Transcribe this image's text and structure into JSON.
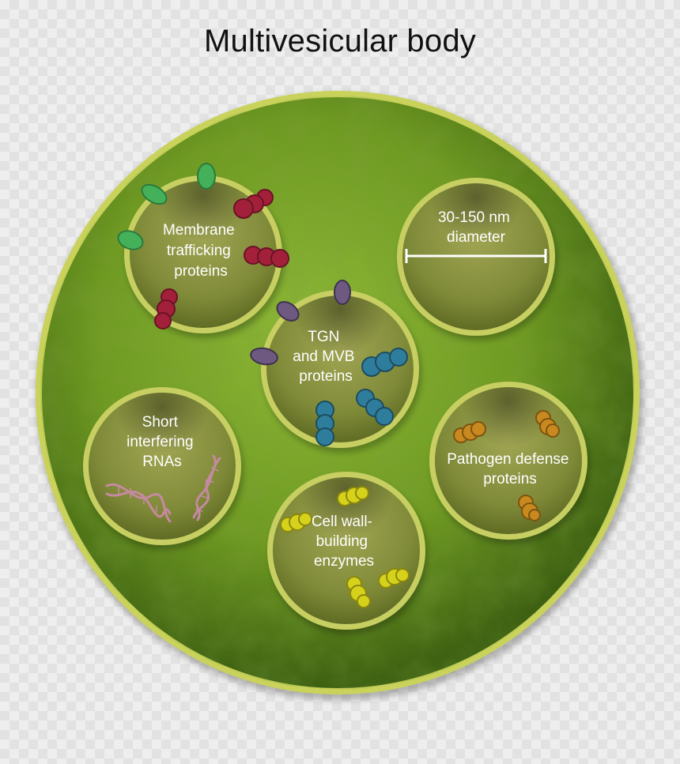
{
  "title": "Multivesicular body",
  "vesicles": {
    "membrane": {
      "lines": [
        "Membrane",
        "trafficking",
        "proteins"
      ]
    },
    "size": {
      "lines": [
        "30-150 nm",
        "diameter"
      ]
    },
    "tgn": {
      "lines": [
        "TGN",
        "and MVB",
        "proteins"
      ]
    },
    "sirna": {
      "lines": [
        "Short",
        "interfering",
        "RNAs"
      ]
    },
    "pathogen": {
      "lines": [
        "Pathogen defense",
        "proteins"
      ]
    },
    "cellwall": {
      "lines": [
        "Cell wall-",
        "building",
        "enzymes"
      ]
    }
  },
  "colors": {
    "mvb_green": "#7ea82a",
    "membrane_rim": "#d8e06a",
    "green_protein": "#44b15a",
    "red_protein": "#a3203a",
    "purple_protein": "#6e5a80",
    "blue_protein": "#2f7d9c",
    "orange_protein": "#c8891f",
    "yellow_protein": "#d6d21c",
    "rna": "#c58aa0"
  }
}
